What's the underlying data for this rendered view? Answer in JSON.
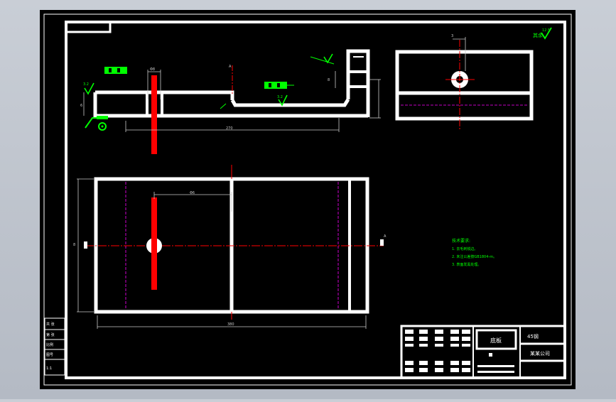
{
  "colors": {
    "viewport": "#000000",
    "frame": "#ffffff",
    "red": "#ff0000",
    "green": "#00ff00",
    "magenta": "#ff00ff",
    "dim": "#c8c8c8"
  },
  "icons": {
    "roughness": "roughness-check-icon",
    "anchor": "weld-anchor-icon"
  },
  "top_view": {
    "height_label": "6",
    "section_mark": "A",
    "length_label": "270",
    "roughness_left": "3.2",
    "roughness_mid": "3.2",
    "bore_label": "Φ8",
    "right_height_label": "8"
  },
  "side_view": {
    "mark": "3"
  },
  "plan_view": {
    "dim_top": "Φ6",
    "dim_bottom": "380",
    "left_label": "8",
    "right_mark": "A"
  },
  "notes": {
    "title": "技术要求:",
    "items": [
      "1. 去毛刺锐边。",
      "2. 未注公差按GB1804-m。",
      "3. 表面发黑处理。"
    ]
  },
  "corner_roughness": "12.5",
  "title_block": {
    "part_name": "底板",
    "company": "某某公司",
    "material": "45钢"
  },
  "side_table": [
    "共 张",
    "第 张",
    "比例",
    "图号",
    "1:1"
  ]
}
